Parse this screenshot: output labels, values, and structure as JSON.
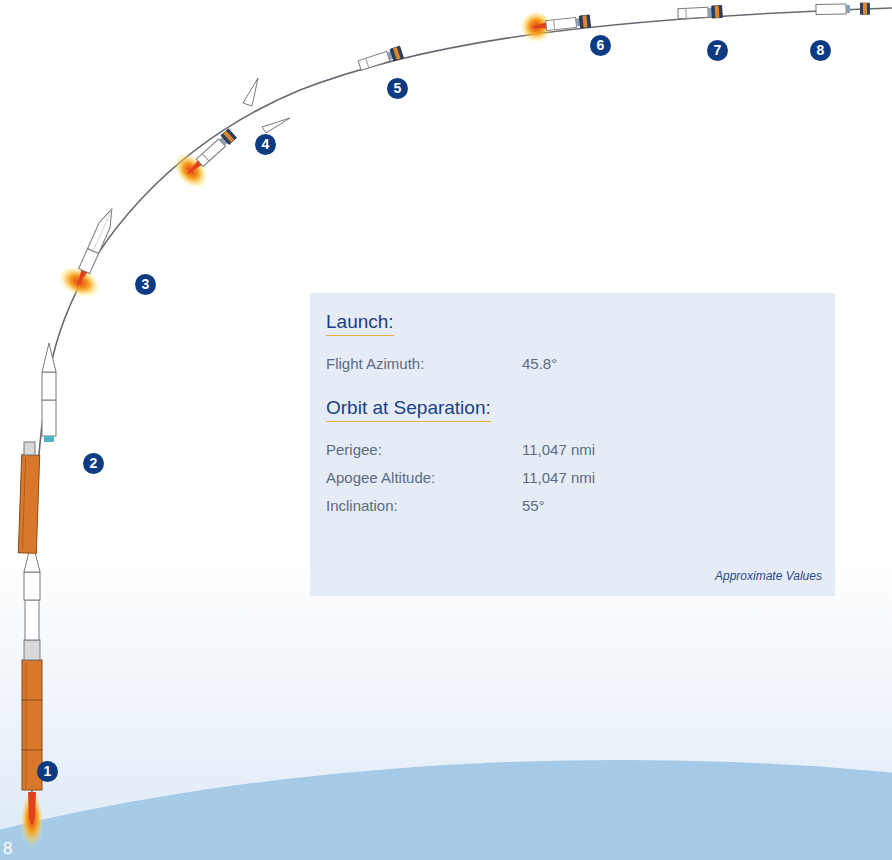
{
  "diagram": {
    "nodes": [
      {
        "text": [
          "Launch:",
          "Flight Azimuth:",
          "45.8°",
          "Orbit at Separation:",
          "Perigee:",
          "11,047 nmi",
          "Apogee Altitude:",
          "11,047 nmi",
          "Inclination:",
          "55°",
          "Approximate Values"
        ]
      }
    ],
    "labels": [
      "1",
      "2",
      "3",
      "4",
      "5",
      "6",
      "7",
      "8",
      "8"
    ]
  }
}
